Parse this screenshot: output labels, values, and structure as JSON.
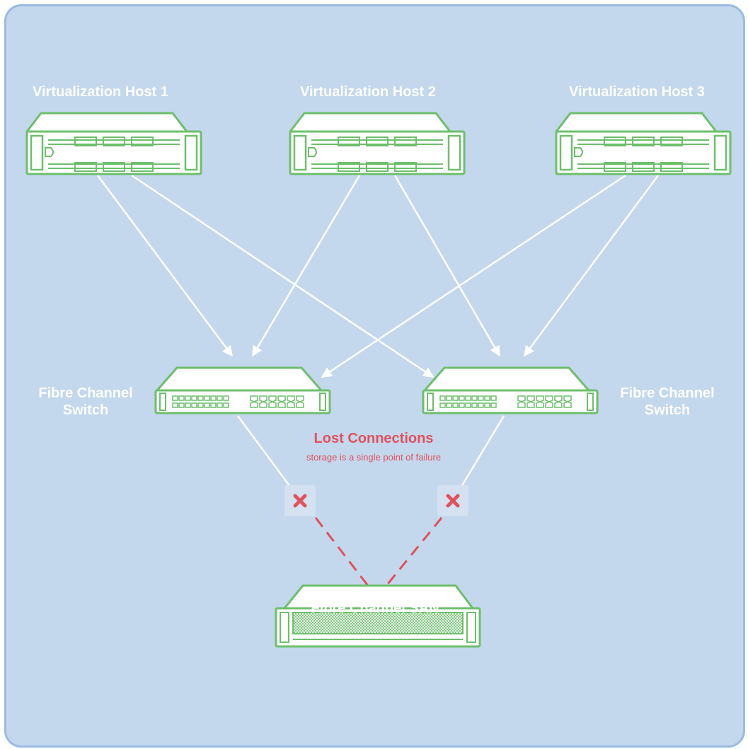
{
  "hosts": [
    {
      "label": "Virtualization Host 1"
    },
    {
      "label": "Virtualization Host 2"
    },
    {
      "label": "Virtualization Host 3"
    }
  ],
  "switches": [
    {
      "label_line1": "Fibre Channel",
      "label_line2": "Switch"
    },
    {
      "label_line1": "Fibre Channel",
      "label_line2": "Switch"
    }
  ],
  "failure": {
    "title": "Lost Connections",
    "subtitle": "storage is a single point of failure"
  },
  "san": {
    "label": "Fibre Channel SAN"
  },
  "colors": {
    "background": "#c3d7ed",
    "border": "#9bbbe2",
    "device_outline": "#6dbf6b",
    "device_fill": "#ffffff",
    "link": "#ffffff",
    "failure": "#e0525c"
  },
  "icons": {
    "server": "server-icon",
    "switch": "network-switch-icon",
    "storage": "storage-array-icon",
    "failure_mark": "close-icon"
  }
}
